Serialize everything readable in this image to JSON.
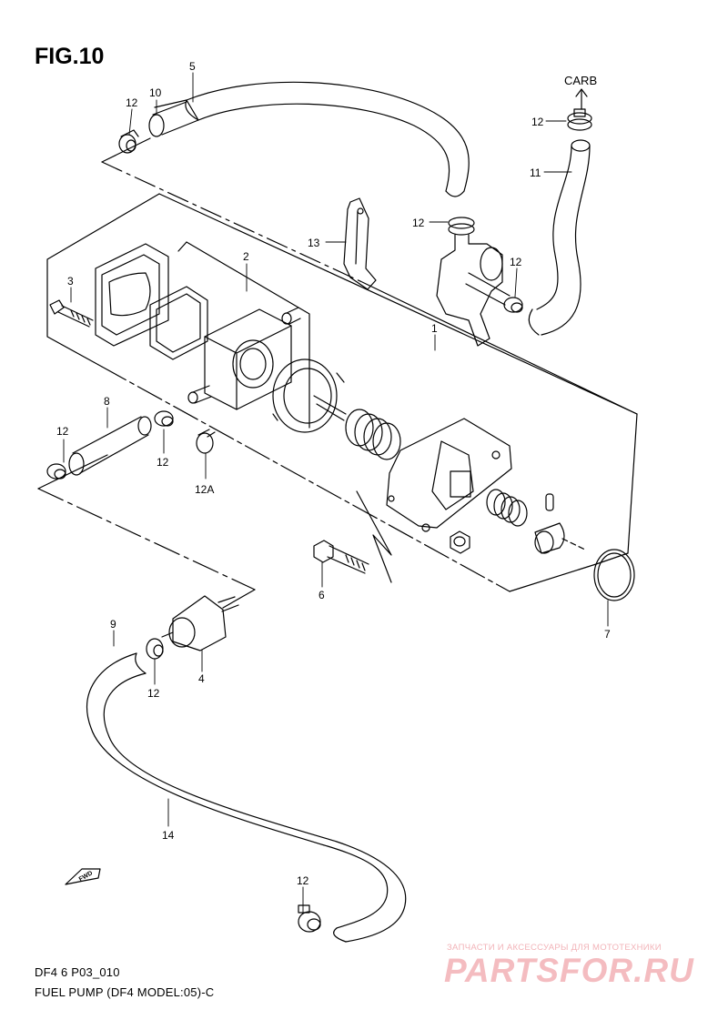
{
  "figure": {
    "title": "FIG.10",
    "drawing_code": "DF4 6 P03_010",
    "description": "FUEL PUMP (DF4 MODEL:05)-C",
    "carb_label": "CARB",
    "fwd_label": "FWD"
  },
  "callouts": {
    "c1": "1",
    "c2": "2",
    "c3": "3",
    "c4": "4",
    "c5": "5",
    "c6": "6",
    "c7": "7",
    "c8": "8",
    "c9": "9",
    "c10": "10",
    "c11": "11",
    "c12": "12",
    "c12a": "12A",
    "c13": "13",
    "c14": "14"
  },
  "watermark": {
    "tagline": "ЗАПЧАСТИ И АКСЕССУАРЫ ДЛЯ МОТОТЕХНИКИ",
    "brand": "PARTSFOR.RU",
    "color": "#f4bcc0"
  },
  "colors": {
    "line": "#000000",
    "background": "#ffffff"
  }
}
